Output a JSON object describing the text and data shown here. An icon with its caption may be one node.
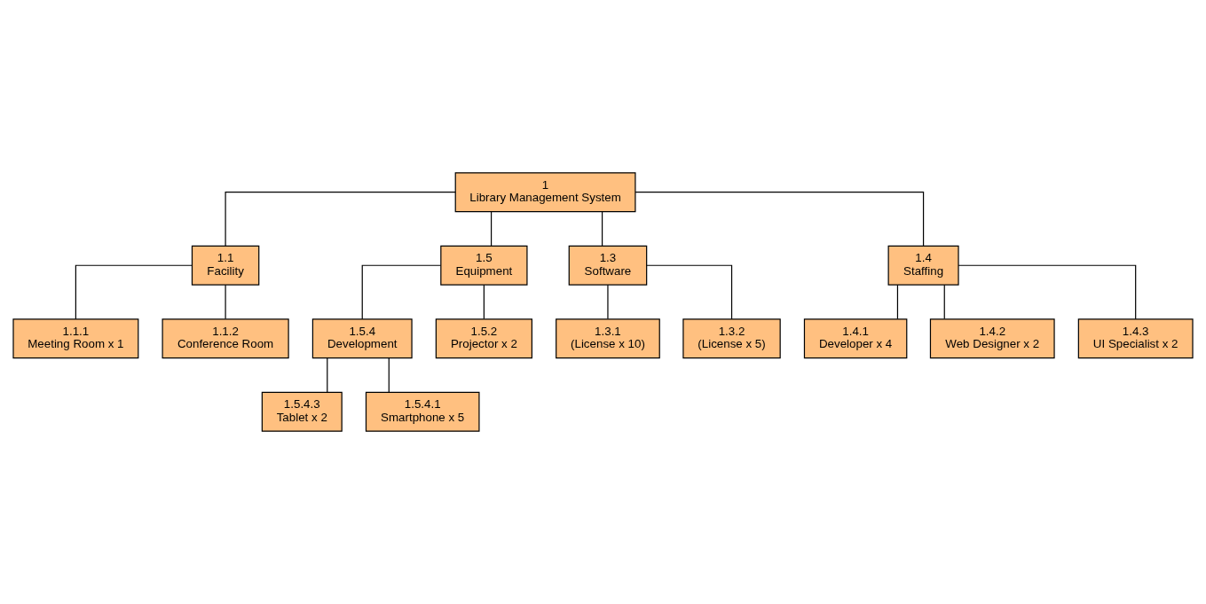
{
  "diagram": {
    "nodes": [
      {
        "text": [
          "1",
          "Library Management System"
        ]
      },
      {
        "text": [
          "1.1",
          "Facility"
        ]
      },
      {
        "text": [
          "1.1.1",
          "Meeting Room x 1"
        ]
      },
      {
        "text": [
          "1.1.2",
          "Conference Room"
        ]
      },
      {
        "text": [
          "1.5",
          "Equipment"
        ]
      },
      {
        "text": [
          "1.5.4",
          "Development"
        ]
      },
      {
        "text": [
          "1.5.4.3",
          "Tablet x 2"
        ]
      },
      {
        "text": [
          "1.5.4.1",
          "Smartphone x 5"
        ]
      },
      {
        "text": [
          "1.5.2",
          "Projector x 2"
        ]
      },
      {
        "text": [
          "1.3",
          "Software"
        ]
      },
      {
        "text": [
          "1.3.1",
          "(License x 10)"
        ]
      },
      {
        "text": [
          "1.3.2",
          "(License x 5)"
        ]
      },
      {
        "text": [
          "1.4",
          "Staffing"
        ]
      },
      {
        "text": [
          "1.4.1",
          "Developer x 4"
        ]
      },
      {
        "text": [
          "1.4.2",
          "Web Designer x 2"
        ]
      },
      {
        "text": [
          "1.4.3",
          "UI Specialist x 2"
        ]
      }
    ],
    "edges": [
      {
        "from": 0,
        "to": 1,
        "arrow": "none"
      },
      {
        "from": 0,
        "to": 4,
        "arrow": "none"
      },
      {
        "from": 0,
        "to": 9,
        "arrow": "none"
      },
      {
        "from": 0,
        "to": 12,
        "arrow": "none"
      },
      {
        "from": 1,
        "to": 2,
        "arrow": "none"
      },
      {
        "from": 1,
        "to": 3,
        "arrow": "none"
      },
      {
        "from": 4,
        "to": 5,
        "arrow": "none"
      },
      {
        "from": 4,
        "to": 8,
        "arrow": "none"
      },
      {
        "from": 5,
        "to": 6,
        "arrow": "none"
      },
      {
        "from": 5,
        "to": 7,
        "arrow": "none"
      },
      {
        "from": 9,
        "to": 10,
        "arrow": "none"
      },
      {
        "from": 9,
        "to": 11,
        "arrow": "none"
      },
      {
        "from": 12,
        "to": 13,
        "arrow": "none"
      },
      {
        "from": 12,
        "to": 14,
        "arrow": "none"
      },
      {
        "from": 12,
        "to": 15,
        "arrow": "none"
      }
    ]
  }
}
